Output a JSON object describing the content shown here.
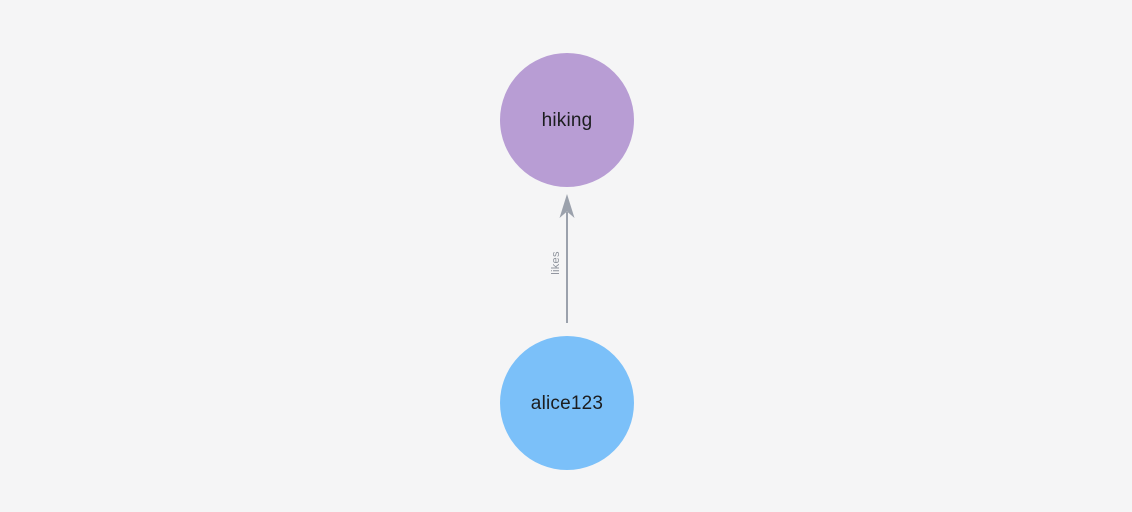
{
  "graph": {
    "background_color": "#f5f5f6",
    "nodes": [
      {
        "id": "hiking",
        "label": "hiking",
        "shape": "circle",
        "color": "#b89dd4",
        "text_color": "#1c1d1f"
      },
      {
        "id": "alice123",
        "label": "alice123",
        "shape": "circle",
        "color": "#7bc0f9",
        "text_color": "#1c1d1f"
      }
    ],
    "edges": [
      {
        "from": "alice123",
        "to": "hiking",
        "label": "likes",
        "direction": "up",
        "color": "#9ba1ac",
        "label_color": "#8e939c"
      }
    ]
  }
}
